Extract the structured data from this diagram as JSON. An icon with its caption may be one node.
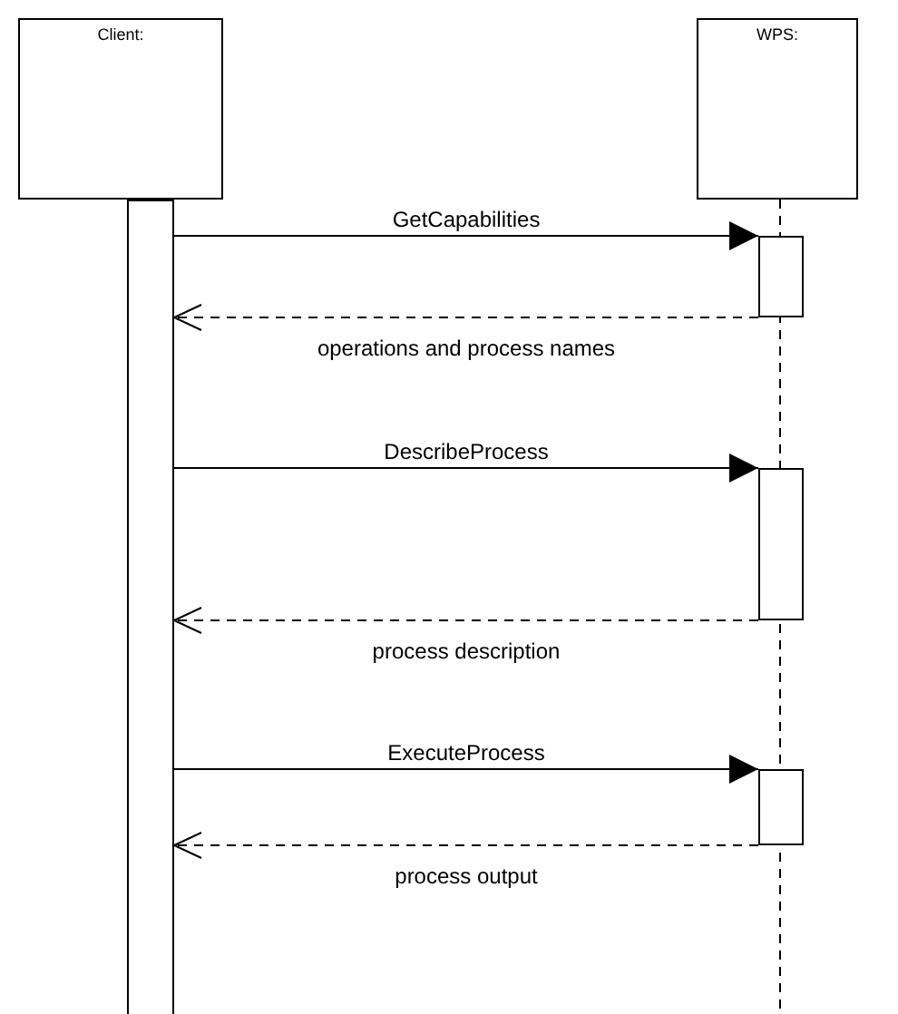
{
  "diagram": {
    "nodes": [
      {
        "text": [
          "Client:"
        ]
      },
      {
        "text": [
          "WPS:"
        ]
      },
      {
        "text": [],
        "shape": "bar"
      },
      {
        "text": [],
        "shape": "bar"
      },
      {
        "text": [],
        "shape": "bar"
      },
      {
        "text": [],
        "shape": "bar"
      }
    ],
    "edges": [
      {
        "from": 2,
        "to": 3,
        "arrow": "to",
        "label": "GetCapabilities"
      },
      {
        "from": 3,
        "to": 2,
        "arrow": "to",
        "label": "operations and process names",
        "style": "dashed"
      },
      {
        "from": 2,
        "to": 4,
        "arrow": "to",
        "label": "DescribeProcess"
      },
      {
        "from": 4,
        "to": 2,
        "arrow": "to",
        "label": "process description",
        "style": "dashed"
      },
      {
        "from": 2,
        "to": 5,
        "arrow": "to",
        "label": "ExecuteProcess"
      },
      {
        "from": 5,
        "to": 2,
        "arrow": "to",
        "label": "process output",
        "style": "dashed"
      }
    ]
  }
}
